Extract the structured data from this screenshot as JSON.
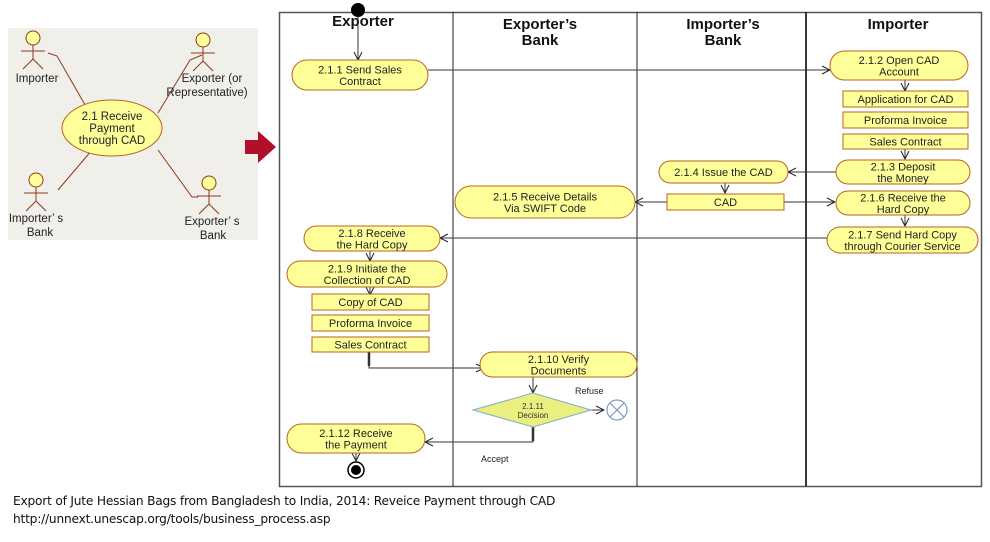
{
  "use_case": {
    "main_use_case": [
      "2.1 Receive",
      "Payment",
      "through CAD"
    ],
    "actors": [
      {
        "id": "importer",
        "label": [
          "Importer"
        ]
      },
      {
        "id": "exporter",
        "label": [
          "Exporter (or",
          "Representative)"
        ]
      },
      {
        "id": "importers-bank",
        "label": [
          "Importer’ s",
          "Bank"
        ]
      },
      {
        "id": "exporters-bank",
        "label": [
          "Exporter’ s",
          "Bank"
        ]
      }
    ]
  },
  "transition_arrow_color": "#b0102a",
  "swimlanes": [
    {
      "id": "exporter",
      "title": [
        "Exporter"
      ]
    },
    {
      "id": "exporters-bank",
      "title": [
        "Exporter’s",
        "Bank"
      ]
    },
    {
      "id": "importers-bank",
      "title": [
        "Importer’s",
        "Bank"
      ]
    },
    {
      "id": "importer",
      "title": [
        "Importer"
      ]
    }
  ],
  "activities": {
    "a211": [
      "2.1.1 Send Sales",
      "Contract"
    ],
    "a212": [
      "2.1.2 Open CAD",
      "Account"
    ],
    "a213": [
      "2.1.3 Deposit",
      "the Money"
    ],
    "a214": [
      "2.1.4 Issue the CAD"
    ],
    "a215": [
      "2.1.5 Receive Details",
      "Via SWIFT Code"
    ],
    "a216": [
      "2.1.6 Receive the",
      "Hard Copy"
    ],
    "a217": [
      "2.1.7 Send Hard Copy",
      "through Courier Service"
    ],
    "a218": [
      "2.1.8 Receive",
      "the Hard Copy"
    ],
    "a219": [
      "2.1.9 Initiate the",
      "Collection of CAD"
    ],
    "a2110": [
      "2.1.10 Verify",
      "Documents"
    ],
    "a2112": [
      "2.1.12 Receive",
      "the Payment"
    ]
  },
  "decision": {
    "label": [
      "2.1.11",
      "Decision"
    ],
    "refuse_label": "Refuse",
    "accept_label": "Accept"
  },
  "documents": {
    "importer": [
      "Application for CAD",
      "Proforma Invoice",
      "Sales Contract"
    ],
    "cad": "CAD",
    "exporter": [
      "Copy of CAD",
      "Proforma Invoice",
      "Sales Contract"
    ]
  },
  "colors": {
    "activity_fill": "#ffff99",
    "activity_stroke": "#b5651d",
    "decision_fill": "#eaef80",
    "flow_final": "#7a9cc6",
    "usecase_bg": "#f1efe9",
    "actor_stroke": "#8b3a1a"
  },
  "caption": {
    "line1": "Export of Jute Hessian Bags from Bangladesh to India, 2014: Reveice Payment through CAD",
    "line2": "http://unnext.unescap.org/tools/business_process.asp"
  }
}
